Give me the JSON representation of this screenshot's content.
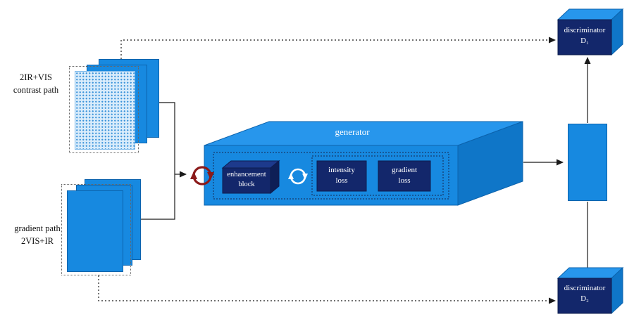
{
  "figure": {
    "left_top_label_line1": "2IR+VIS",
    "left_top_label_line2": "contrast path",
    "left_bottom_label_line1": "gradient path",
    "left_bottom_label_line2": "2VIS+IR",
    "generator_label": "generator",
    "enhancement_block_line1": "enhancement",
    "enhancement_block_line2": "block",
    "intensity_loss_line1": "intensity",
    "intensity_loss_line2": "loss",
    "gradient_loss_line1": "gradient",
    "gradient_loss_line2": "loss",
    "discriminator1_line1": "discriminator",
    "discriminator1_line2": "D₁",
    "discriminator2_line1": "discriminator",
    "discriminator2_line2": "D₂"
  },
  "icons": {
    "red_cycle": "cycle-arrows-icon",
    "white_cycle": "cycle-arrows-icon"
  },
  "colors": {
    "primary_blue": "#1789e0",
    "navy": "#13276b",
    "cycle_red": "#8b1a1a",
    "line": "#1a1a1a"
  }
}
